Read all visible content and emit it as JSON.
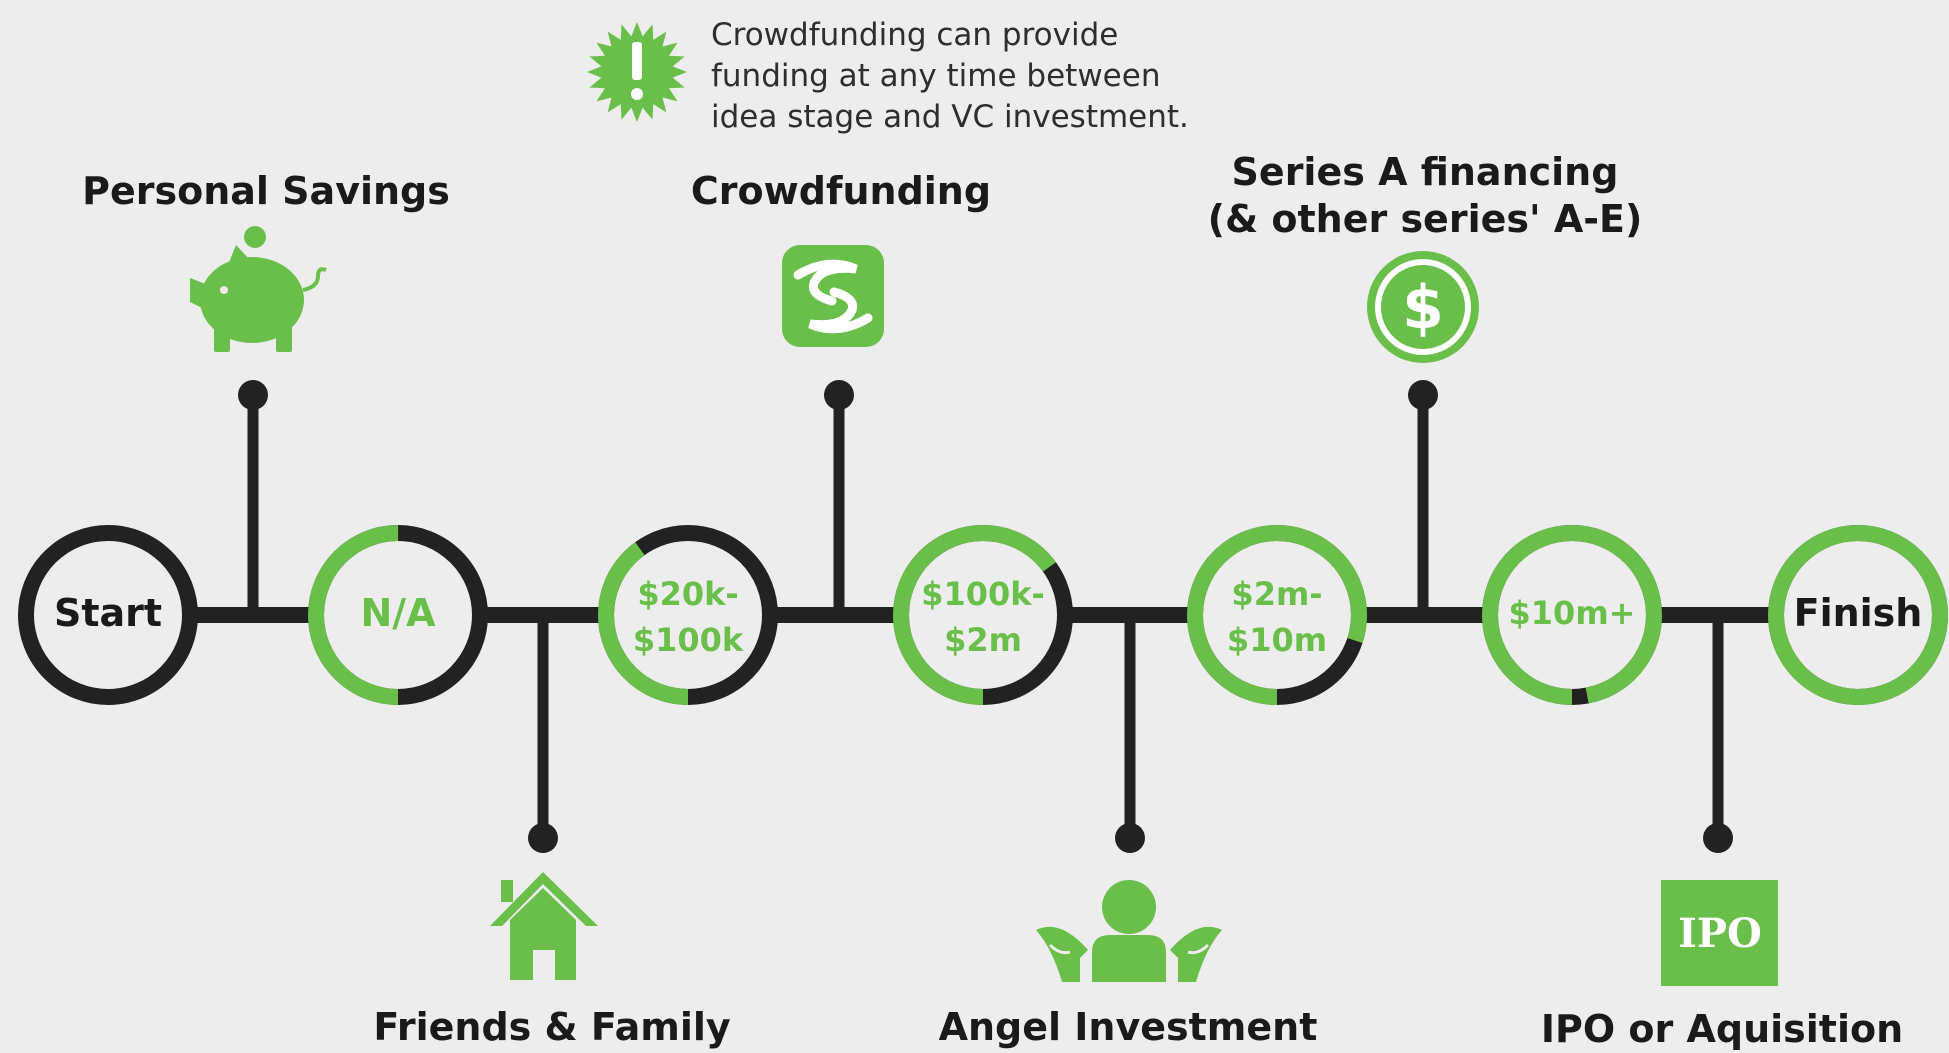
{
  "colors": {
    "green": "#6abf4b",
    "dark": "#222222",
    "background": "#ededed",
    "white": "#ffffff"
  },
  "note": {
    "icon": "alert-starburst-icon",
    "lines": [
      "Crowdfunding can provide",
      "funding at any time between",
      "idea stage and VC investment."
    ]
  },
  "nodes": [
    {
      "id": "start",
      "lines": [
        "Start"
      ],
      "progress": 0,
      "text_color": "dark"
    },
    {
      "id": "na",
      "lines": [
        "N/A"
      ],
      "progress": 0.5,
      "text_color": "green"
    },
    {
      "id": "s20k",
      "lines": [
        "$20k-",
        "$100k"
      ],
      "progress": 0.4,
      "text_color": "green"
    },
    {
      "id": "s100k",
      "lines": [
        "$100k-",
        "$2m"
      ],
      "progress": 0.65,
      "text_color": "green"
    },
    {
      "id": "s2m",
      "lines": [
        "$2m-",
        "$10m"
      ],
      "progress": 0.8,
      "text_color": "green"
    },
    {
      "id": "s10m",
      "lines": [
        "$10m+"
      ],
      "progress": 0.97,
      "text_color": "green"
    },
    {
      "id": "finish",
      "lines": [
        "Finish"
      ],
      "progress": 1,
      "text_color": "dark"
    }
  ],
  "stages": [
    {
      "id": "personal-savings",
      "lines": [
        "Personal Savings"
      ],
      "icon": "piggy-bank-icon"
    },
    {
      "id": "friends-family",
      "lines": [
        "Friends & Family"
      ],
      "icon": "house-icon"
    },
    {
      "id": "crowdfunding",
      "lines": [
        "Crowdfunding"
      ],
      "icon": "crowdfunding-logo-icon"
    },
    {
      "id": "angel-investment",
      "lines": [
        "Angel Investment"
      ],
      "icon": "angel-icon"
    },
    {
      "id": "series-a",
      "lines": [
        "Series A financing",
        "(& other series' A-E)"
      ],
      "icon": "dollar-coin-icon"
    },
    {
      "id": "ipo",
      "lines": [
        "IPO or Aquisition"
      ],
      "icon": "ipo-box-icon",
      "icon_text": "IPO"
    }
  ]
}
